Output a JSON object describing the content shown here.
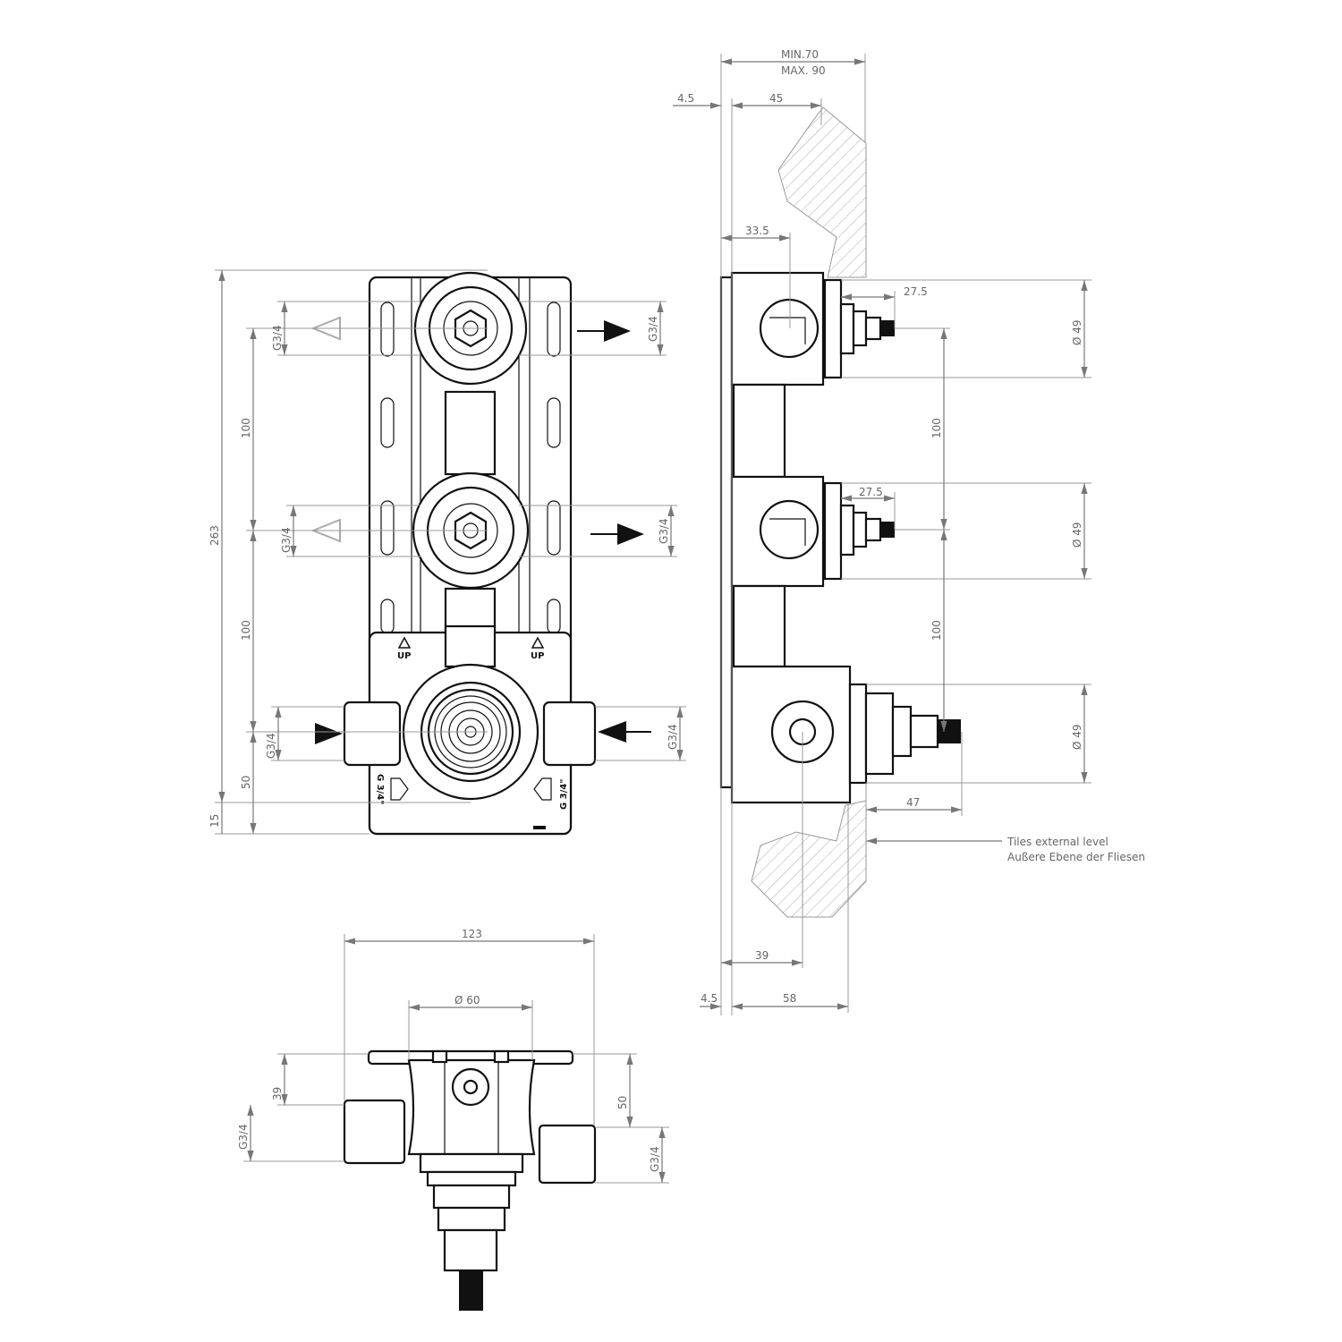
{
  "front_view": {
    "dim_total_height": "263",
    "dim_spacing_upper": "100",
    "dim_spacing_lower": "100",
    "dim_inlet_offset": "50",
    "dim_bottom_margin": "15",
    "thread_left_top": "G3/4",
    "thread_left_middle": "G3/4",
    "thread_left_bottom": "G3/4",
    "thread_right_top": "G3/4",
    "thread_right_middle": "G3/4",
    "thread_right_bottom": "G3/4",
    "up_marker_left": "UP",
    "up_marker_right": "UP",
    "inlet_mark_left": "G 3/4\"",
    "inlet_mark_right": "G 3/4\""
  },
  "side_view": {
    "depth_min": "MIN.70",
    "depth_max": "MAX. 90",
    "plate_thickness_top": "4.5",
    "dim_45": "45",
    "dim_33_5": "33.5",
    "spindle_top": "27.5",
    "spindle_middle": "27.5",
    "diameter_top": "Ø 49",
    "diameter_middle": "Ø 49",
    "diameter_bottom": "Ø 49",
    "spacing_upper": "100",
    "spacing_lower": "100",
    "spindle_bottom": "47",
    "dim_39": "39",
    "plate_thickness_bottom": "4.5",
    "dim_58": "58",
    "tiles_note_en": "Tiles external level",
    "tiles_note_de": "Außere Ebene der Fliesen"
  },
  "bottom_view": {
    "width": "123",
    "diameter": "Ø 60",
    "dim_39": "39",
    "dim_50": "50",
    "thread_left": "G3/4",
    "thread_right": "G3/4"
  }
}
